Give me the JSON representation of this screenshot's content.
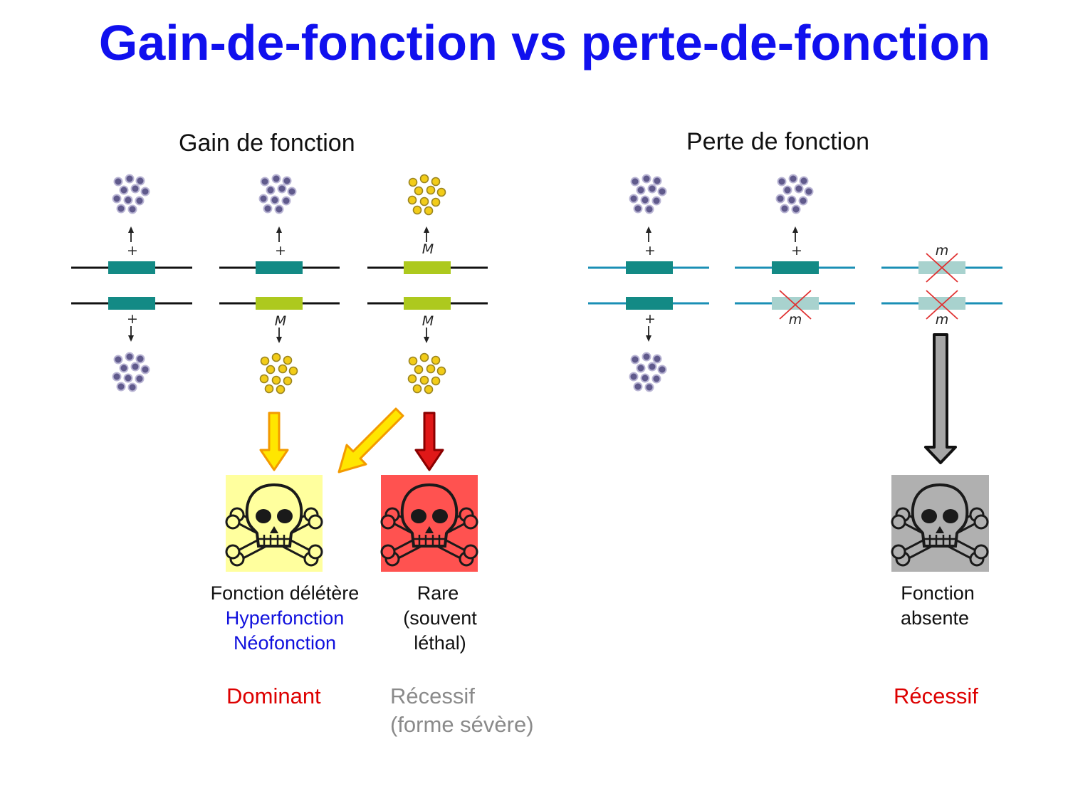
{
  "title": "Gain-de-fonction vs perte-de-fonction",
  "gain": {
    "heading": "Gain de fonction",
    "columns": [
      {
        "top_allele": "+",
        "bottom_allele": "+"
      },
      {
        "top_allele": "+",
        "bottom_allele": "M"
      },
      {
        "top_allele": "M",
        "bottom_allele": "M"
      }
    ],
    "yellow_outcome": {
      "line1": "Fonction délétère",
      "line2": "Hyperfonction",
      "line3": "Néofonction",
      "mode": "Dominant"
    },
    "red_outcome": {
      "line1": "Rare",
      "line2": "(souvent",
      "line3": "léthal)",
      "mode_line1": "Récessif",
      "mode_line2": "(forme sévère)"
    }
  },
  "loss": {
    "heading": "Perte de fonction",
    "columns": [
      {
        "top_allele": "+",
        "bottom_allele": "+"
      },
      {
        "top_allele": "+",
        "bottom_allele": "m"
      },
      {
        "top_allele": "m",
        "bottom_allele": "m"
      }
    ],
    "grey_outcome": {
      "line1": "Fonction",
      "line2": "absente",
      "mode": "Récessif"
    }
  },
  "colors": {
    "title": "#1010ee",
    "wild_gene": "#138a85",
    "mutant_gene": "#adc91e",
    "null_gene": "#a8d2ce",
    "loss_line": "#1a8fb5",
    "purple_protein": "#605a8c",
    "yellow_protein": "#f2cc18",
    "yellow_box": "#ffff9e",
    "red_box": "#ff5250",
    "grey_box": "#b0b0b0",
    "cross": "#e03030"
  },
  "icons": [
    "skull-crossbones-icon",
    "arrow-down-icon",
    "protein-cluster-icon"
  ]
}
